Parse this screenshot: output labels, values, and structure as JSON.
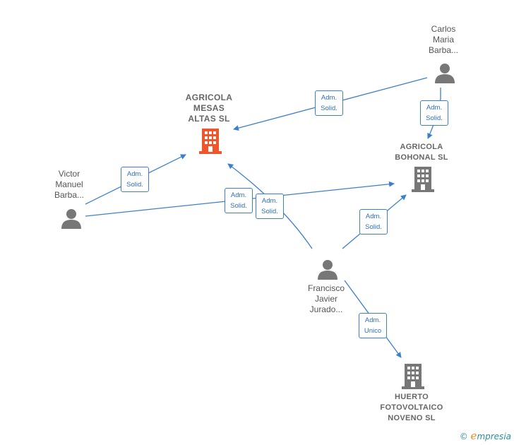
{
  "people": {
    "carlos": [
      "Carlos",
      "Maria",
      "Barba..."
    ],
    "victor": [
      "Victor",
      "Manuel",
      "Barba..."
    ],
    "francisco": [
      "Francisco",
      "Javier",
      "Jurado..."
    ]
  },
  "companies": {
    "mesas": [
      "AGRICOLA",
      "MESAS",
      "ALTAS  SL"
    ],
    "bohonal": [
      "AGRICOLA",
      "BOHONAL  SL"
    ],
    "huerto": [
      "HUERTO",
      "FOTOVOLTAICO",
      "NOVENO  SL"
    ]
  },
  "edges": {
    "carlos_mesas": [
      "Adm.",
      "Solid."
    ],
    "carlos_bohonal": [
      "Adm.",
      "Solid."
    ],
    "victor_mesas": [
      "Adm.",
      "Solid."
    ],
    "victor_bohonal": [
      "Adm.",
      "Solid."
    ],
    "francisco_mesas": [
      "Adm.",
      "Solid."
    ],
    "francisco_bohonal": [
      "Adm.",
      "Solid."
    ],
    "francisco_huerto": [
      "Adm.",
      "Unico"
    ]
  },
  "brand": {
    "copyright": "©",
    "e": "e",
    "name": "mpresia"
  },
  "colors": {
    "edge": "#3d7fcf",
    "main_company": "#f0562b",
    "company": "#777777",
    "person": "#777777"
  }
}
